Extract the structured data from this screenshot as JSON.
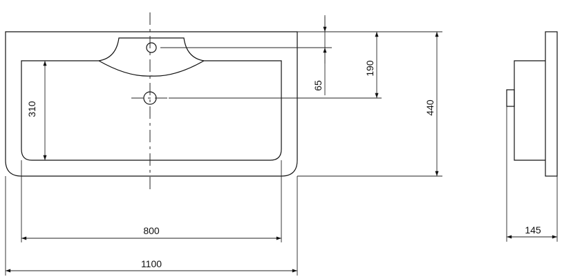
{
  "dimensions": {
    "width_total": "1100",
    "width_inner": "800",
    "height_total": "440",
    "height_inner": "310",
    "tap_hole_offset": "65",
    "drain_offset": "190",
    "depth_side": "145"
  }
}
